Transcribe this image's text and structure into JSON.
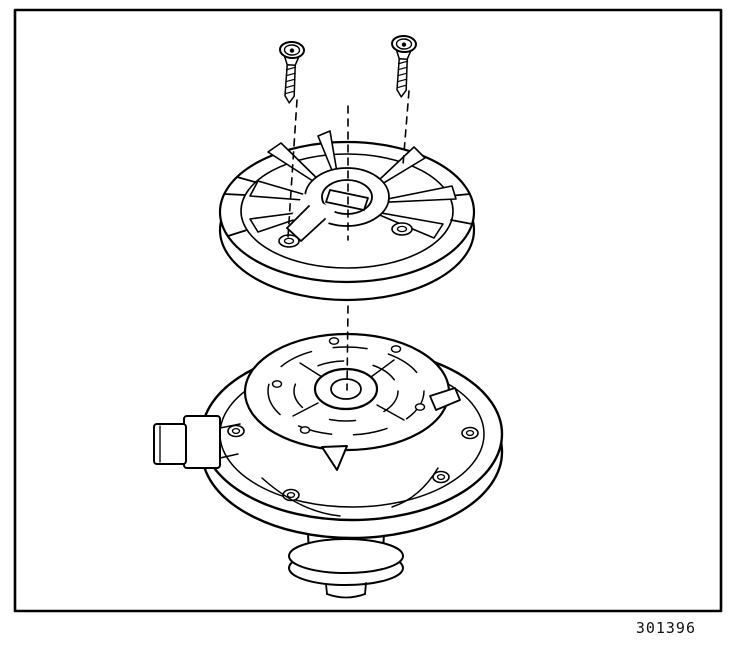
{
  "figure": {
    "number": "301396"
  },
  "colors": {
    "line": "#000000",
    "background": "#ffffff"
  },
  "diagram": {
    "type": "exploded-view-line-drawing",
    "parts": [
      "mounting-screw-left",
      "mounting-screw-right",
      "rotor-cap",
      "breaker-plate",
      "housing-flange",
      "inlet-connector",
      "housing-shaft-cylinder"
    ]
  }
}
